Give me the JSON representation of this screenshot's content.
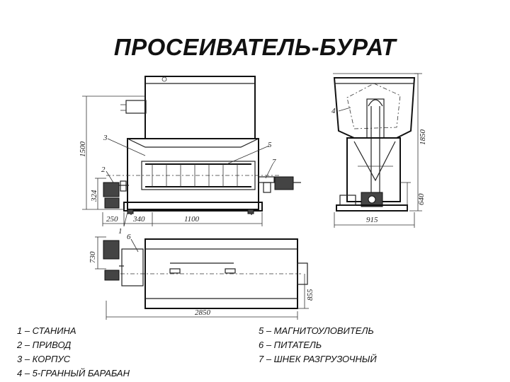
{
  "title": "ПРОСЕИВАТЕЛЬ-БУРАТ",
  "dimensions": {
    "height_total_front": "1500",
    "height_side": "1850",
    "drive_height": "324",
    "leg_offset": "250",
    "drive_offset": "340",
    "length_body": "1100",
    "width_side": "915",
    "side_height_lower": "640",
    "plan_width": "730",
    "plan_length": "2850",
    "plan_depth": "855"
  },
  "callouts": {
    "c1": "1",
    "c2": "2",
    "c3": "3",
    "c4": "4",
    "c5": "5",
    "c6": "6",
    "c7": "7"
  },
  "legend": {
    "left": [
      "1 – СТАНИНА",
      "2 – ПРИВОД",
      "3 – КОРПУС",
      "4 – 5-ГРАННЫЙ БАРАБАН"
    ],
    "right": [
      "5 – МАГНИТОУЛОВИТЕЛЬ",
      "6 – ПИТАТЕЛЬ",
      "7 – ШНЕК РАЗГРУЗОЧНЫЙ"
    ]
  }
}
